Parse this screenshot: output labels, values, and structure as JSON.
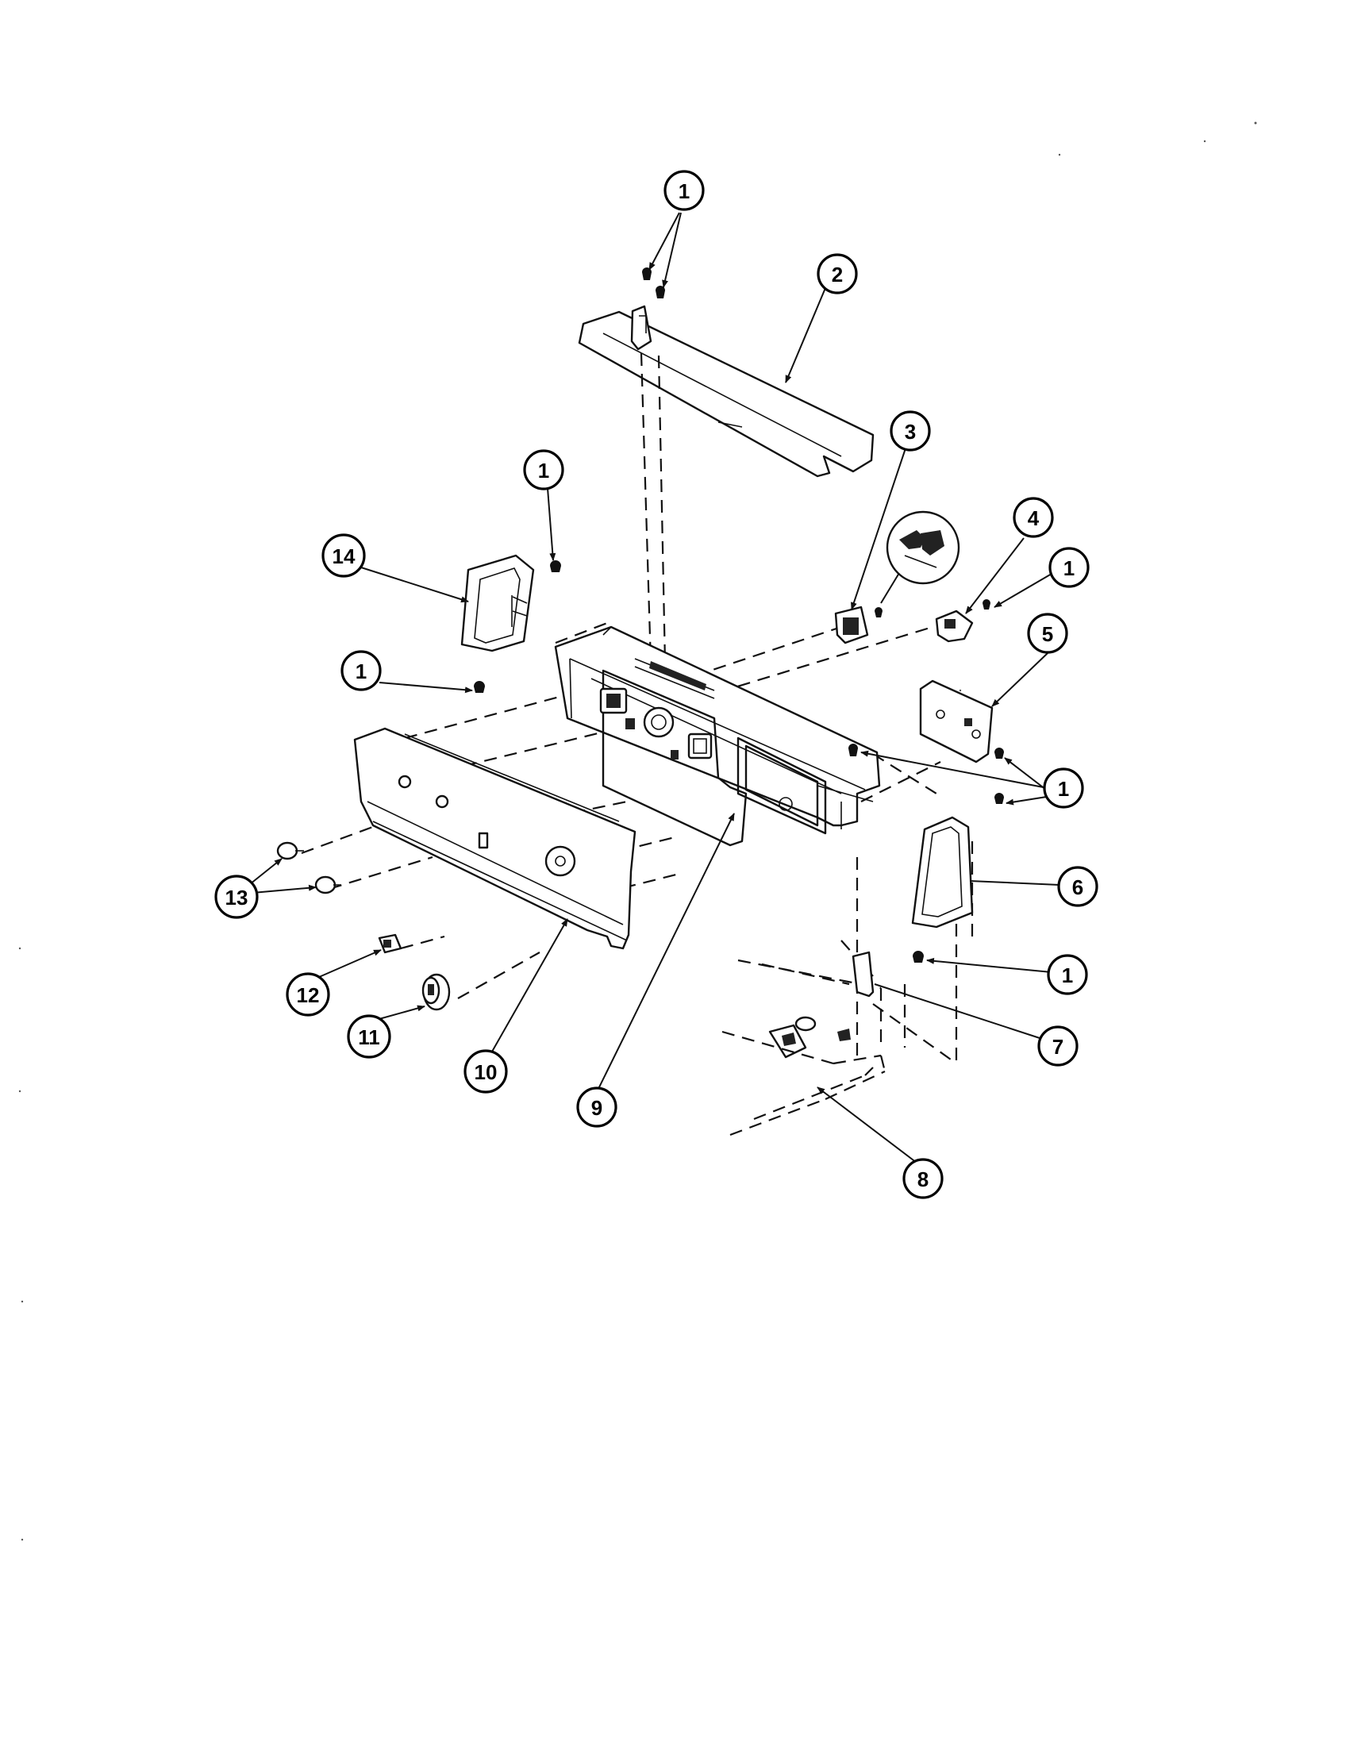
{
  "callouts": [
    {
      "id": "c1a",
      "label": "1"
    },
    {
      "id": "c2",
      "label": "2"
    },
    {
      "id": "c1b",
      "label": "1"
    },
    {
      "id": "c3",
      "label": "3"
    },
    {
      "id": "c4",
      "label": "4"
    },
    {
      "id": "c14",
      "label": "14"
    },
    {
      "id": "c1c",
      "label": "1"
    },
    {
      "id": "c1d",
      "label": "1"
    },
    {
      "id": "c5",
      "label": "5"
    },
    {
      "id": "c1e",
      "label": "1"
    },
    {
      "id": "c13",
      "label": "13"
    },
    {
      "id": "c6",
      "label": "6"
    },
    {
      "id": "c1f",
      "label": "1"
    },
    {
      "id": "c12",
      "label": "12"
    },
    {
      "id": "c7",
      "label": "7"
    },
    {
      "id": "c11",
      "label": "11"
    },
    {
      "id": "c10",
      "label": "10"
    },
    {
      "id": "c9",
      "label": "9"
    },
    {
      "id": "c8",
      "label": "8"
    }
  ]
}
